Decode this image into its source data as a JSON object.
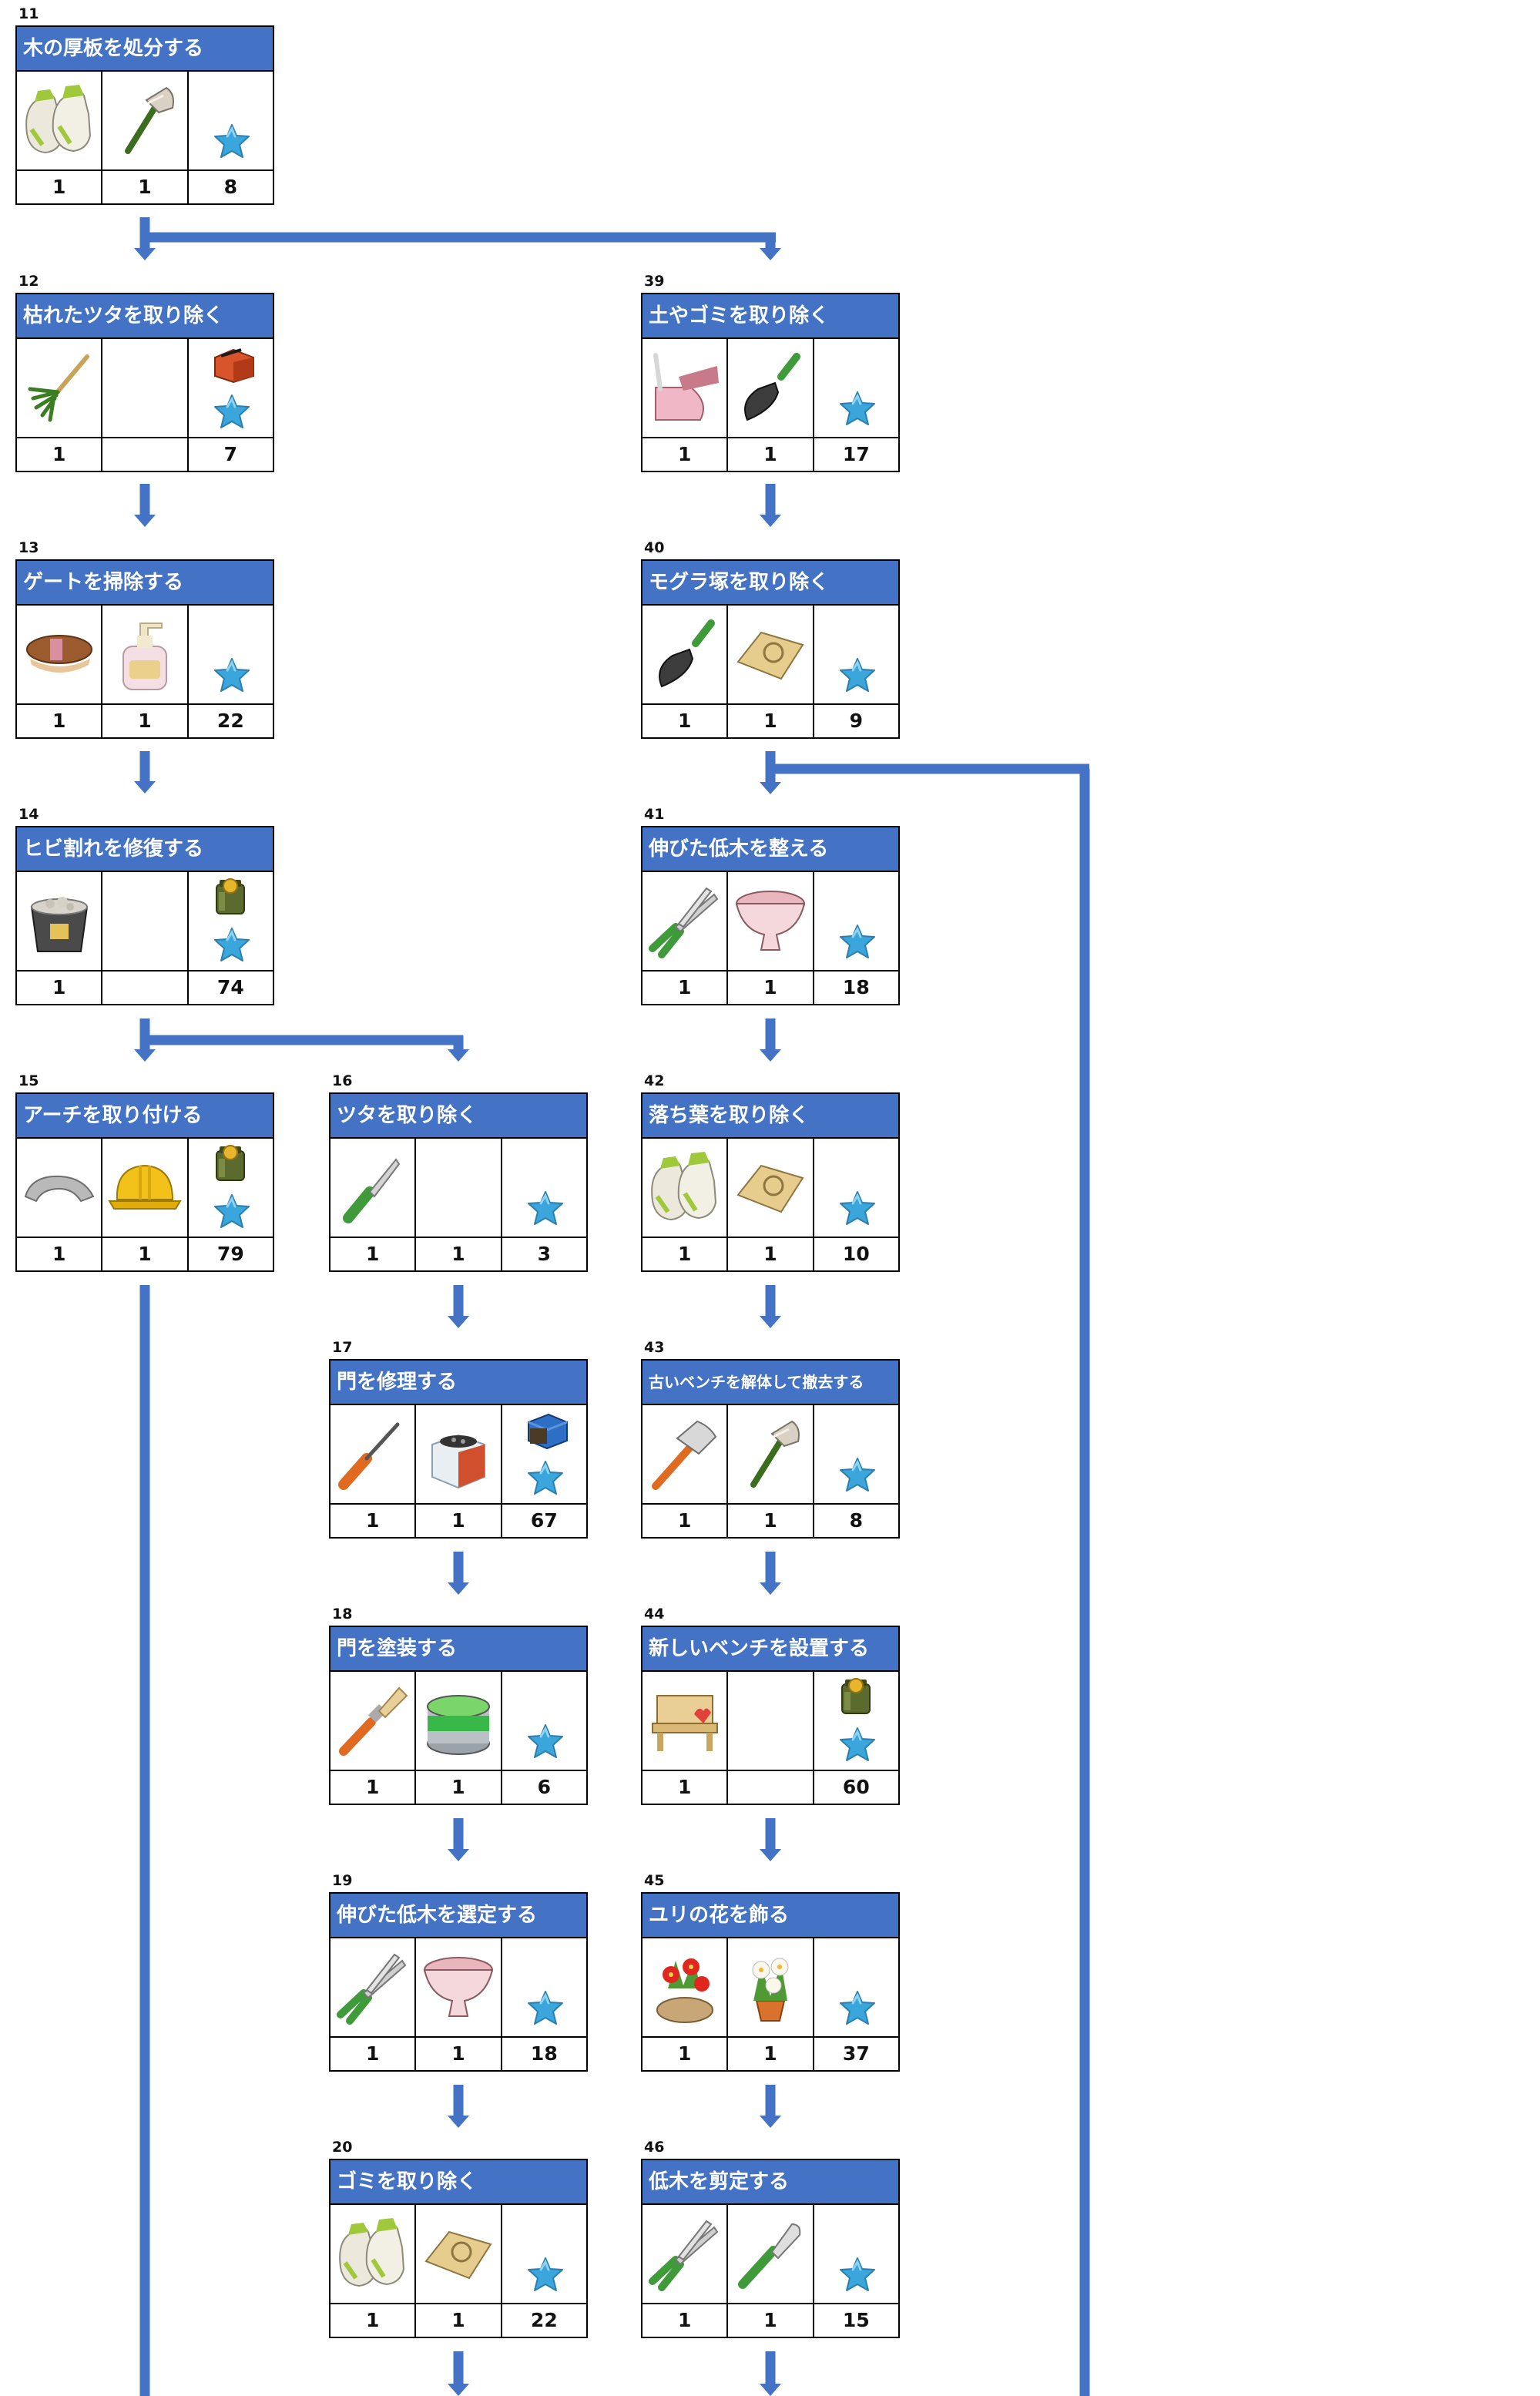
{
  "colors": {
    "header_bg": "#4472C4",
    "arrow": "#4472C4",
    "star": "#3BA6DC",
    "coin": "#5B6B2E"
  },
  "tasks": [
    {
      "id": "t11",
      "num": "11",
      "title": "木の厚板を処分する",
      "items": [
        "gloves-icon",
        "axe-icon"
      ],
      "counts": [
        "1",
        "1",
        "8"
      ],
      "extra": []
    },
    {
      "id": "t12",
      "num": "12",
      "title": "枯れたツタを取り除く",
      "items": [
        "rake-icon",
        ""
      ],
      "counts": [
        "1",
        "",
        "7"
      ],
      "extra": [
        "toolbox-icon"
      ]
    },
    {
      "id": "t13",
      "num": "13",
      "title": "ゲートを掃除する",
      "items": [
        "brush-icon",
        "soap-bottle-icon"
      ],
      "counts": [
        "1",
        "1",
        "22"
      ],
      "extra": []
    },
    {
      "id": "t14",
      "num": "14",
      "title": "ヒビ割れを修復する",
      "items": [
        "cement-bucket-icon",
        ""
      ],
      "counts": [
        "1",
        "",
        "74"
      ],
      "extra": [
        "coin-jar-icon"
      ]
    },
    {
      "id": "t15",
      "num": "15",
      "title": "アーチを取り付ける",
      "items": [
        "arch-stone-icon",
        "hard-hat-icon"
      ],
      "counts": [
        "1",
        "1",
        "79"
      ],
      "extra": [
        "coin-jar-icon"
      ]
    },
    {
      "id": "t16",
      "num": "16",
      "title": "ツタを取り除く",
      "items": [
        "knife-icon",
        ""
      ],
      "counts": [
        "1",
        "1",
        "3"
      ],
      "extra": []
    },
    {
      "id": "t17",
      "num": "17",
      "title": "門を修理する",
      "items": [
        "screwdriver-icon",
        "nails-box-icon"
      ],
      "counts": [
        "1",
        "1",
        "67"
      ],
      "extra": [
        "blue-crate-icon"
      ]
    },
    {
      "id": "t18",
      "num": "18",
      "title": "門を塗装する",
      "items": [
        "paintbrush-icon",
        "paint-can-icon"
      ],
      "counts": [
        "1",
        "1",
        "6"
      ],
      "extra": []
    },
    {
      "id": "t19",
      "num": "19",
      "title": "伸びた低木を選定する",
      "items": [
        "hedge-shears-icon",
        "planter-bowl-icon"
      ],
      "counts": [
        "1",
        "1",
        "18"
      ],
      "extra": []
    },
    {
      "id": "t20",
      "num": "20",
      "title": "ゴミを取り除く",
      "items": [
        "gloves-icon",
        "sack-icon"
      ],
      "counts": [
        "1",
        "1",
        "22"
      ],
      "extra": []
    },
    {
      "id": "t39",
      "num": "39",
      "title": "土やゴミを取り除く",
      "items": [
        "dustpan-icon",
        "trowel-icon"
      ],
      "counts": [
        "1",
        "1",
        "17"
      ],
      "extra": []
    },
    {
      "id": "t40",
      "num": "40",
      "title": "モグラ塚を取り除く",
      "items": [
        "trowel-icon",
        "sack-icon"
      ],
      "counts": [
        "1",
        "1",
        "9"
      ],
      "extra": []
    },
    {
      "id": "t41",
      "num": "41",
      "title": "伸びた低木を整える",
      "items": [
        "hedge-shears-icon",
        "planter-bowl-icon"
      ],
      "counts": [
        "1",
        "1",
        "18"
      ],
      "extra": []
    },
    {
      "id": "t42",
      "num": "42",
      "title": "落ち葉を取り除く",
      "items": [
        "gloves-icon",
        "sack-icon"
      ],
      "counts": [
        "1",
        "1",
        "10"
      ],
      "extra": []
    },
    {
      "id": "t43",
      "num": "43",
      "title": "古いベンチを解体して撤去する",
      "items": [
        "hammer-icon",
        "axe-icon"
      ],
      "counts": [
        "1",
        "1",
        "8"
      ],
      "extra": []
    },
    {
      "id": "t44",
      "num": "44",
      "title": "新しいベンチを設置する",
      "items": [
        "bench-icon",
        ""
      ],
      "counts": [
        "1",
        "",
        "60"
      ],
      "extra": [
        "coin-jar-icon"
      ]
    },
    {
      "id": "t45",
      "num": "45",
      "title": "ユリの花を飾る",
      "items": [
        "red-lily-pot-icon",
        "white-lily-pot-icon"
      ],
      "counts": [
        "1",
        "1",
        "37"
      ],
      "extra": []
    },
    {
      "id": "t46",
      "num": "46",
      "title": "低木を剪定する",
      "items": [
        "hedge-shears-icon",
        "pruning-knife-icon"
      ],
      "counts": [
        "1",
        "1",
        "15"
      ],
      "extra": []
    }
  ]
}
